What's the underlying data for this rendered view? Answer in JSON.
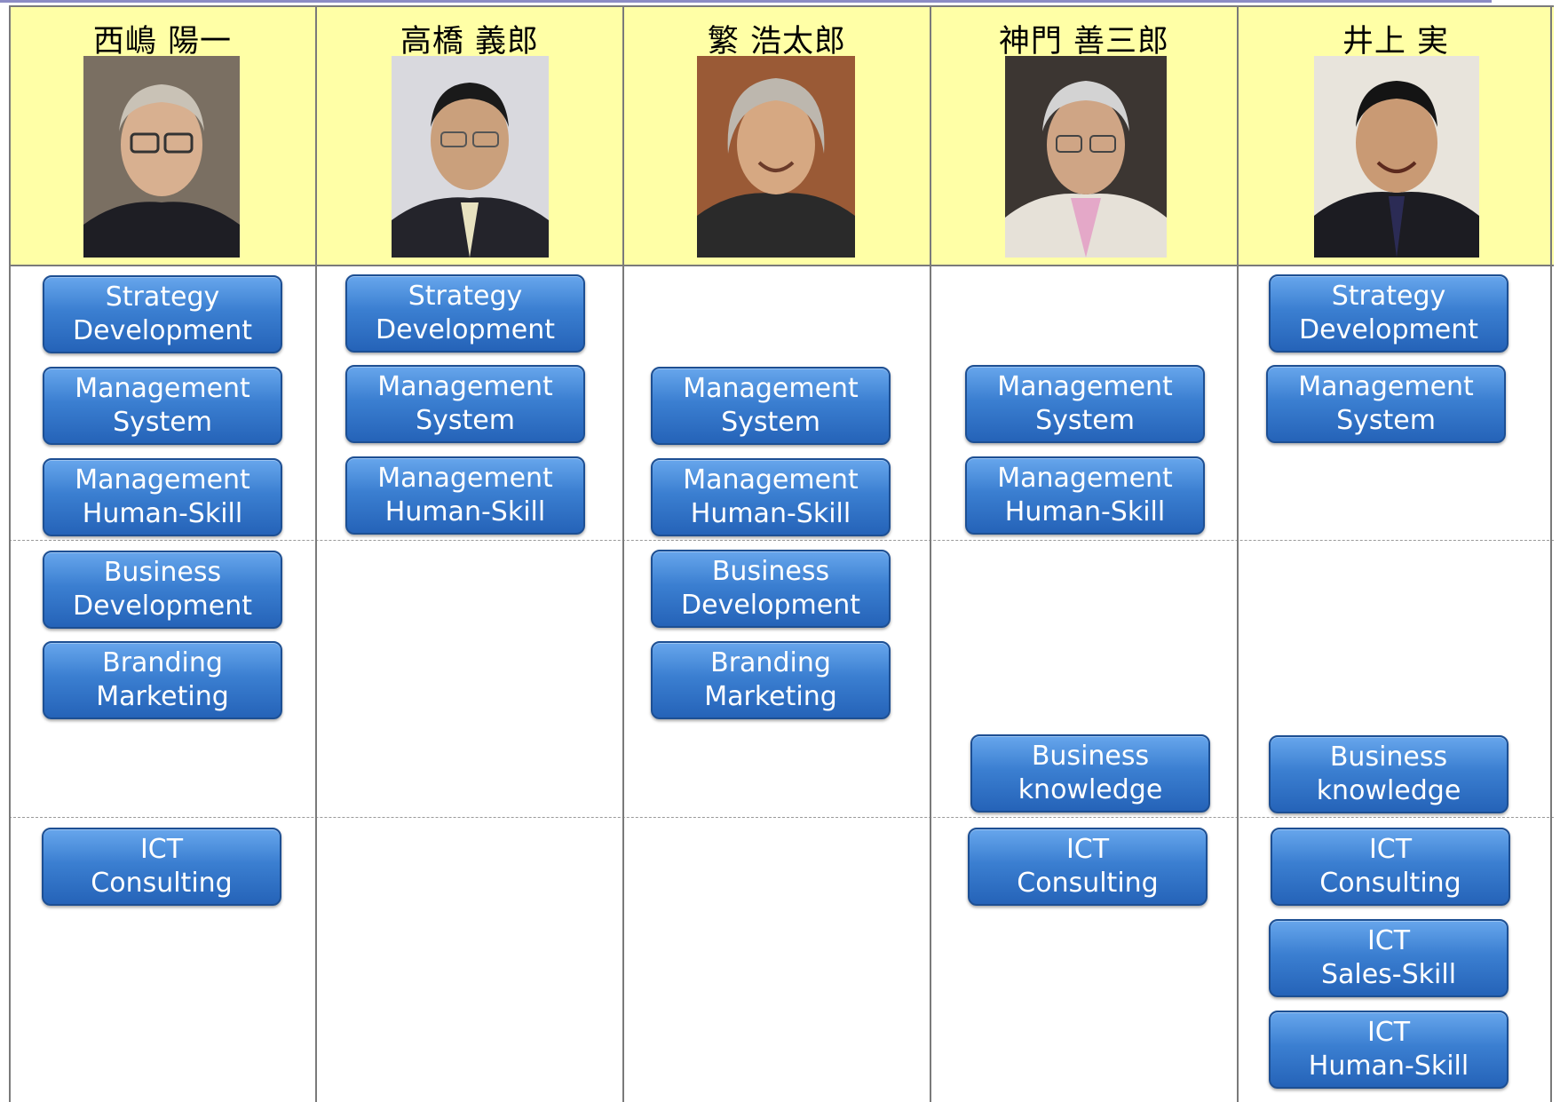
{
  "members": [
    {
      "name": "西嶋 陽一"
    },
    {
      "name": "高橋 義郎"
    },
    {
      "name": "繁 浩太郎"
    },
    {
      "name": "神門 善三郎"
    },
    {
      "name": "井上 実"
    }
  ],
  "skills": {
    "strategy": [
      "Strategy",
      "Development"
    ],
    "mgmt_system": [
      "Management",
      "System"
    ],
    "mgmt_human": [
      "Management",
      "Human-Skill"
    ],
    "biz_dev": [
      "Business",
      "Development"
    ],
    "branding": [
      "Branding",
      "Marketing"
    ],
    "biz_knowledge": [
      "Business",
      "knowledge"
    ],
    "ict_consulting": [
      "ICT",
      "Consulting"
    ],
    "ict_sales": [
      "ICT",
      "Sales-Skill"
    ],
    "ict_human": [
      "ICT",
      "Human-Skill"
    ]
  },
  "colors": {
    "header_bg": "#ffffa6",
    "button_top": "#67a6ec",
    "button_bottom": "#2563b8",
    "grid_line": "#7a7a7a"
  }
}
